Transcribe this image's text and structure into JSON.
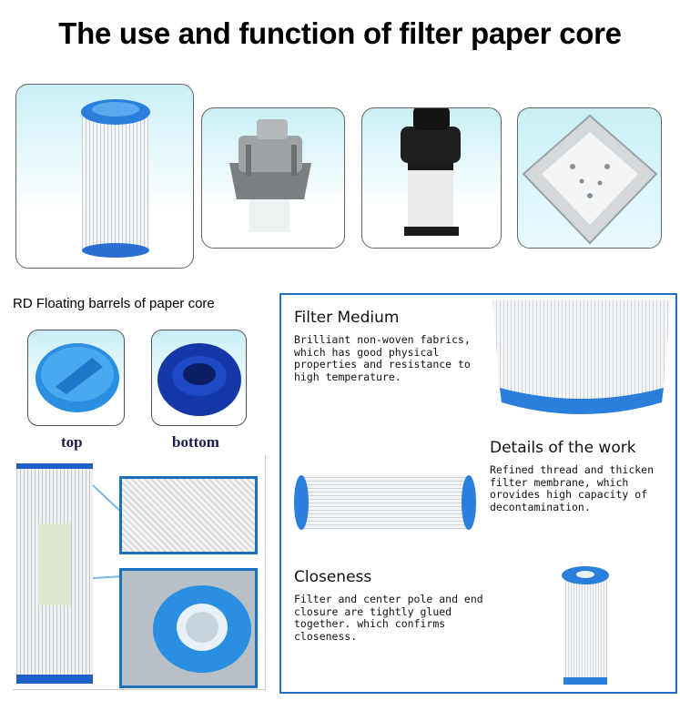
{
  "title": "The use and function of filter paper core",
  "subtitle": "RD Floating barrels of paper core",
  "caps": {
    "top_label": "top",
    "bottom_label": "bottom"
  },
  "features": [
    {
      "title": "Filter Medium",
      "lines": [
        "Brilliant non-woven fabrics,",
        "which has good physical",
        "properties and resistance to",
        "high temperature."
      ]
    },
    {
      "title": "Details of the work",
      "lines": [
        "Refined thread and thicken",
        "filter membrane, which",
        "orovides high capacity of",
        "decontamination."
      ]
    },
    {
      "title": "Closeness",
      "lines": [
        "Filter and center pole and end",
        "closure are tightly glued",
        "together. which confirms",
        "closeness."
      ]
    }
  ],
  "colors": {
    "accent_blue": "#1f6fc5",
    "cap_blue": "#2a8fe0",
    "card_bg": "#c9f0f6"
  }
}
